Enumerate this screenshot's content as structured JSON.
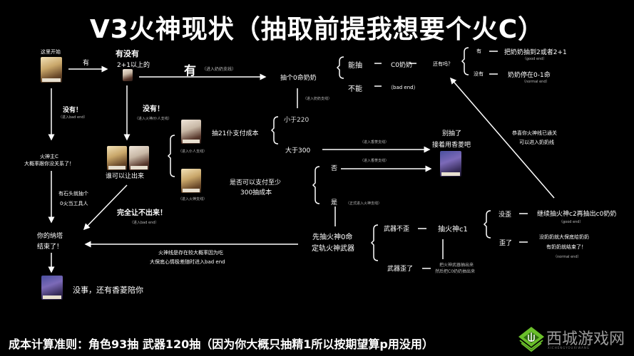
{
  "title": "V3火神现状（抽取前提我想要个火C）",
  "nodes": {
    "start_label": "这里开始",
    "start_to_has": "有",
    "has_q_line1": "有没有",
    "has_q_line2": "2+1以上的",
    "has_big": "有",
    "has_note": "（进入奶奶支线）",
    "draw_c0": "抽个0命奶奶",
    "can_draw": "能抽",
    "c0_nainai": "C0奶奶",
    "still_have": "还有吗？",
    "yes": "有",
    "yes_result": "把奶奶抽到2或者2+1",
    "good_end": "（good end）",
    "no": "没有",
    "no_result": "奶奶停在0-1命",
    "normal_end": "（normal end）",
    "cannot": "不能",
    "bad_end_paren": "（bad end）",
    "enter_nainai_small": "（进入奶奶支线）",
    "left_no": "没有！",
    "left_no_note": "（进入bad end）",
    "left_result_line1": "火神主C",
    "left_result_line2": "大概率跟你没关系了！",
    "stone_line1": "有石头就抽个",
    "stone_line2": "0火当工具人",
    "mid_no": "没有！",
    "mid_no_note": "（进入火神/仆人支线）",
    "who_yield": "谁可以让出来",
    "servant_note": "（进入仆人支线）",
    "pyro_note": "（进入火神支线）",
    "draw21": "抽21仆支付成本",
    "lt220": "小于220",
    "gt300": "大于300",
    "xiangling_note_1": "（进入香菱支线）",
    "stop_line1": "别抽了",
    "stop_line2": "接着用香菱吧",
    "congrats_line1": "恭喜你火神线已通关",
    "congrats_line2": "可以进入奶奶线",
    "pay300_line1": "是否可以支付至少",
    "pay300_line2": "300抽成本",
    "no_fou": "否",
    "xiangling_note_2": "（进入香菱支线）",
    "yes_shi": "是",
    "formal_pyro_note": "（正式进入火神支线）",
    "cannot_yield": "完全让不出来！",
    "cannot_yield_note": "（进入bad end）",
    "nahida_end_line1": "你的纳塔",
    "nahida_end_line2": "结束了！",
    "xiangling_final": "没事，还有香菱陪你",
    "pyro_line_line1": "火神线是存在较大概率因为吃",
    "pyro_line_line2": "大保底心情极差随时进入bad end",
    "first_pyro_line1": "先抽火神0命",
    "first_pyro_line2": "定轨火神武器",
    "weapon_ok": "武器不歪",
    "draw_c1": "抽火神c1",
    "not_lost": "没歪",
    "not_lost_result": "继续抽火神c2再抽出c0奶奶",
    "good_end_2": "（good end）",
    "lost": "歪了",
    "lost_line1": "没奶奶就大保底给奶奶",
    "lost_line2": "有奶奶就结束了！",
    "normal_end_2": "（normal end）",
    "weapon_lost": "武器歪了",
    "weapon_lost_line1": "把火神武器抽出来",
    "weapon_lost_line2": "然后把C0奶奶抽出来"
  },
  "footer": "成本计算准则：角色93抽  武器120抽（因为你大概只抽精1所以按期望算p用没用）",
  "watermark": {
    "name": "西城游戏网",
    "sub": "XICHENGYOUXIWANG",
    "icon": "leaf-diamond-icon"
  },
  "colors": {
    "background": "#000000",
    "text": "#ffffff",
    "logo_green": "#6abf2a"
  }
}
